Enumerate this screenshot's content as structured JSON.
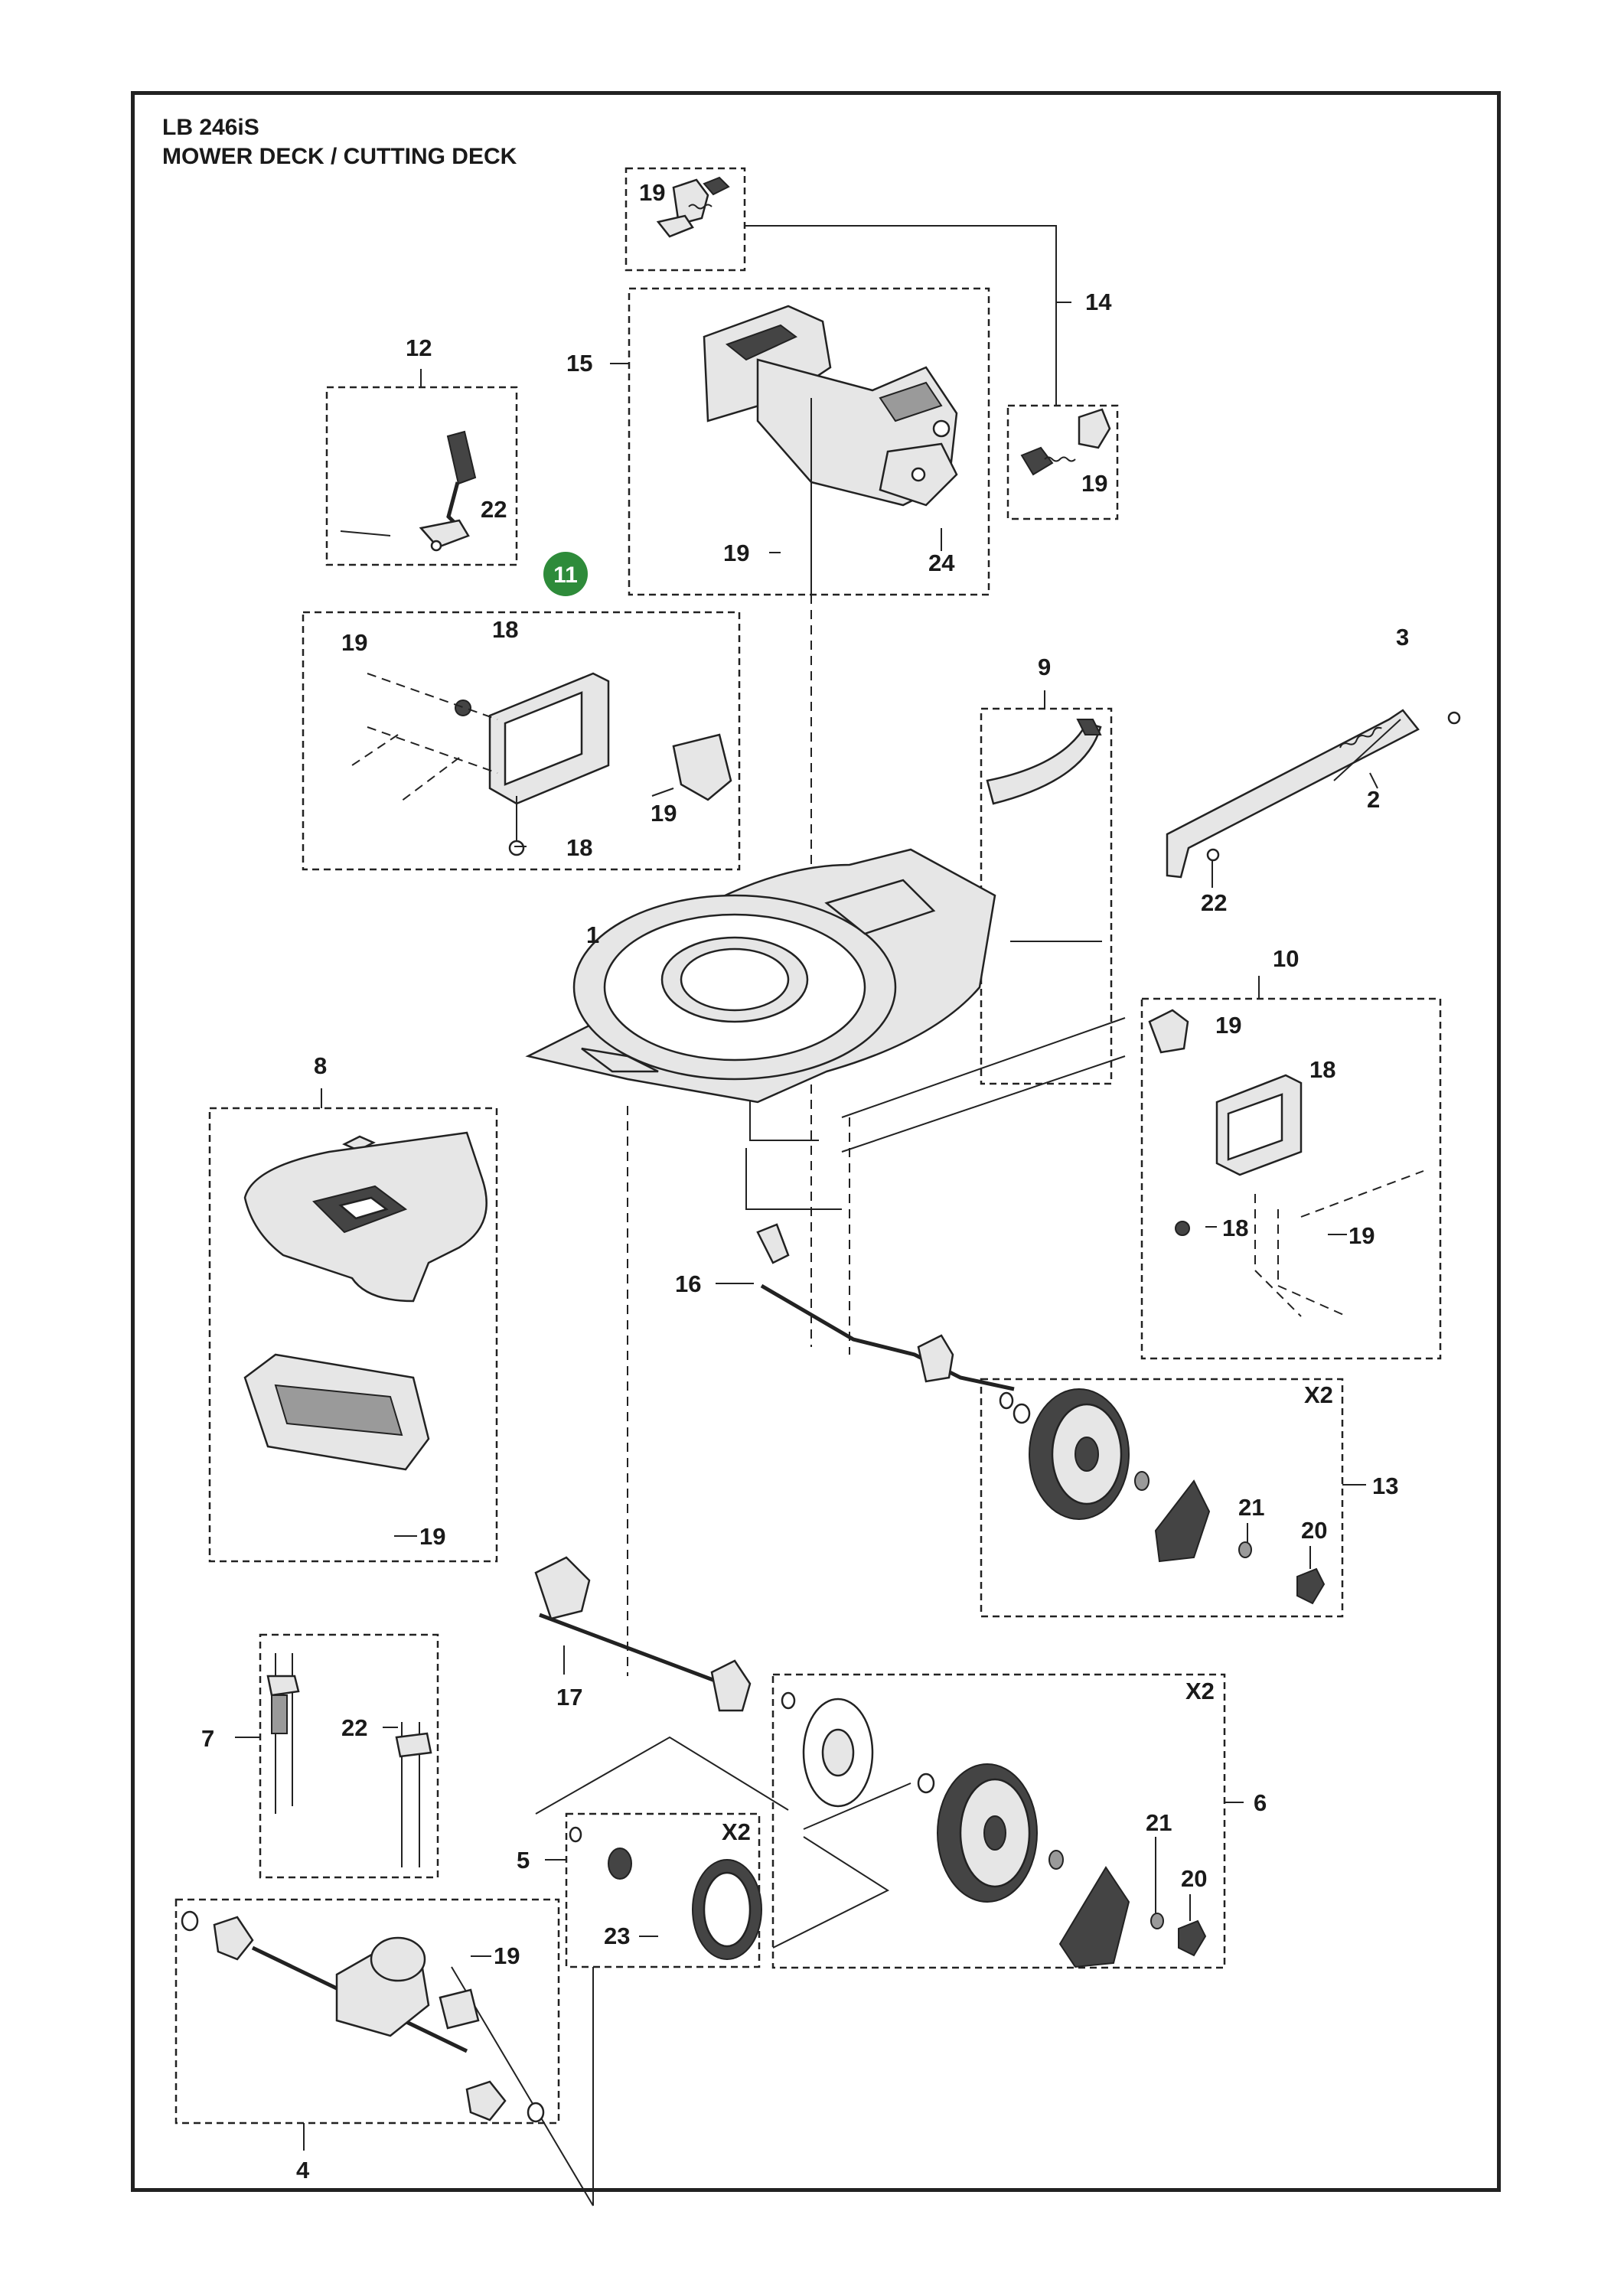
{
  "header": {
    "model": "LB 246iS",
    "section": "MOWER DECK / CUTTING DECK"
  },
  "highlight": {
    "number": "11",
    "color": "#2e8b3a"
  },
  "labels": {
    "p1": "1",
    "p2": "2",
    "p3": "3",
    "p4": "4",
    "p5": "5",
    "p6": "6",
    "p7": "7",
    "p8": "8",
    "p9": "9",
    "p10": "10",
    "p12": "12",
    "p13": "13",
    "p14": "14",
    "p15": "15",
    "p16": "16",
    "p17": "17",
    "p19_top": "19",
    "p19_right": "19",
    "p19_15a": "19",
    "p24": "24",
    "p22_12": "22",
    "p19_11a": "19",
    "p18_11a": "18",
    "p19_11b": "19",
    "p18_11b": "18",
    "p22_3": "22",
    "p19_10a": "19",
    "p18_10a": "18",
    "p18_10b": "18",
    "p19_10b": "19",
    "p19_8": "19",
    "p21_13": "21",
    "p20_13": "20",
    "x2_13": "X2",
    "p22_7": "22",
    "x2_6": "X2",
    "p21_6": "21",
    "p20_6": "20",
    "x2_5": "X2",
    "p23": "23",
    "p19_4": "19"
  }
}
